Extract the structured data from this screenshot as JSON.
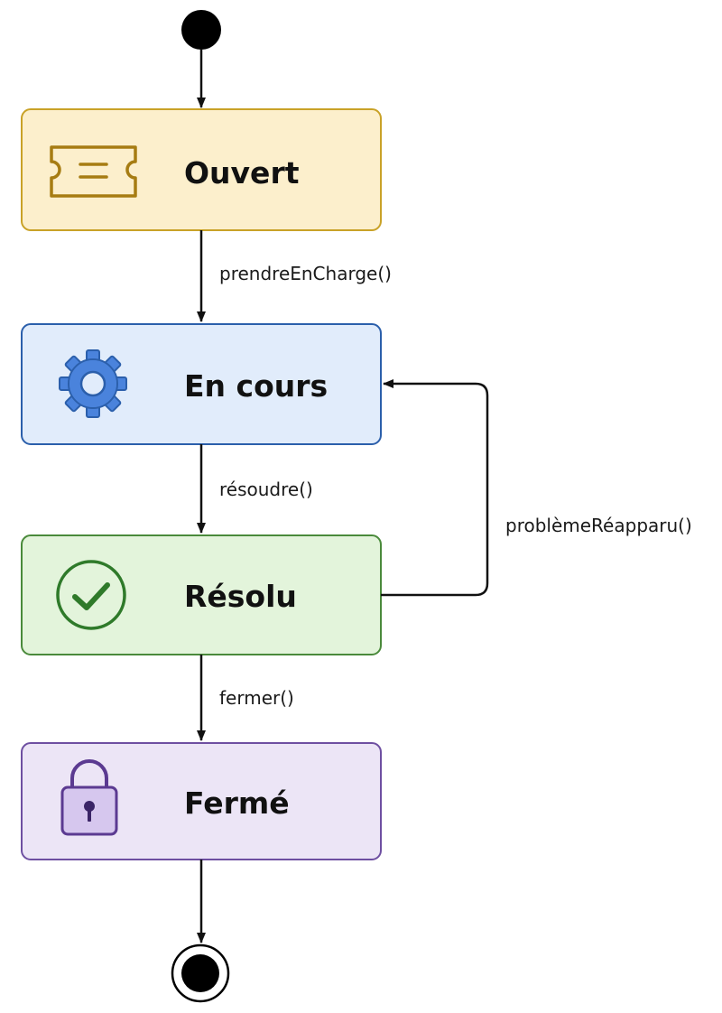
{
  "states": [
    {
      "id": "open",
      "title": "Ouvert",
      "icon": "ticket-icon",
      "fill": "#fcefcc",
      "stroke": "#c9a227",
      "icon_color": "#a67c12"
    },
    {
      "id": "in_progress",
      "title": "En cours",
      "icon": "gear-icon",
      "fill": "#e1ecfb",
      "stroke": "#2b5fab",
      "icon_color": "#2f66c4"
    },
    {
      "id": "resolved",
      "title": "Résolu",
      "icon": "check-circle-icon",
      "fill": "#e3f4db",
      "stroke": "#4a8a3b",
      "icon_color": "#2f7a2a"
    },
    {
      "id": "closed",
      "title": "Fermé",
      "icon": "lock-icon",
      "fill": "#ece5f6",
      "stroke": "#6e4fa1",
      "icon_color": "#5b3a91"
    }
  ],
  "transitions": [
    {
      "from": "open",
      "to": "in_progress",
      "label": "prendreEnCharge()"
    },
    {
      "from": "in_progress",
      "to": "resolved",
      "label": "résoudre()"
    },
    {
      "from": "resolved",
      "to": "closed",
      "label": "fermer()"
    },
    {
      "from": "resolved",
      "to": "in_progress",
      "label": "problèmeRéapparu()"
    }
  ],
  "colors": {
    "edge": "#111111",
    "node": "#000000"
  }
}
